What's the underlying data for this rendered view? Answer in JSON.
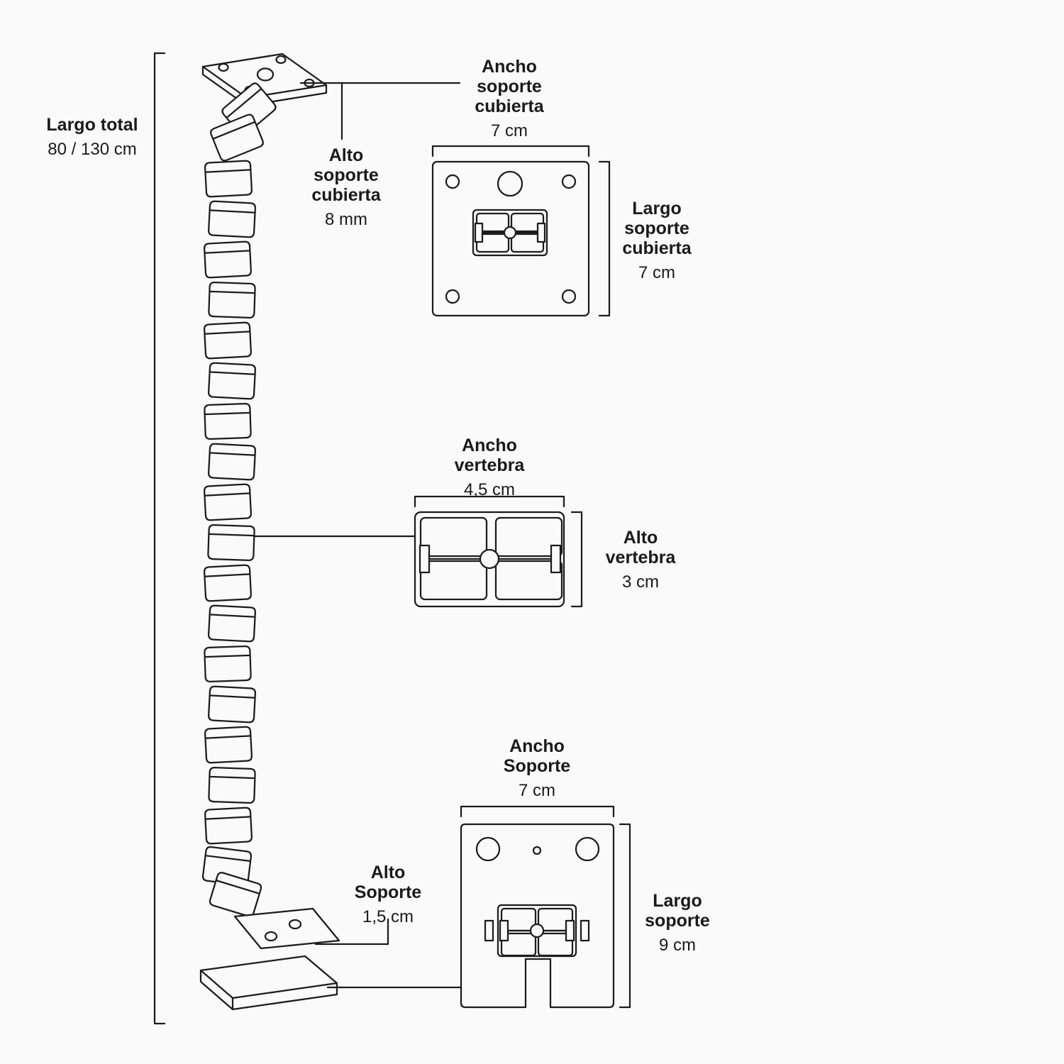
{
  "colors": {
    "ink": "#1c1c1c",
    "background": "#fafafa"
  },
  "measurements": {
    "largo_total": {
      "label": "Largo total",
      "value": "80 / 130 cm"
    },
    "ancho_soporte_cubierta": {
      "label": "Ancho soporte cubierta",
      "value": "7 cm"
    },
    "alto_soporte_cubierta": {
      "label": "Alto soporte cubierta",
      "value": "8 mm"
    },
    "largo_soporte_cubierta": {
      "label": "Largo soporte cubierta",
      "value": "7 cm"
    },
    "ancho_vertebra": {
      "label": "Ancho vertebra",
      "value": "4,5 cm"
    },
    "alto_vertebra": {
      "label": "Alto vertebra",
      "value": "3 cm"
    },
    "ancho_soporte": {
      "label": "Ancho Soporte",
      "value": "7 cm"
    },
    "alto_soporte": {
      "label": "Alto Soporte",
      "value": "1,5 cm"
    },
    "largo_soporte": {
      "label": "Largo soporte",
      "value": "9 cm"
    }
  }
}
